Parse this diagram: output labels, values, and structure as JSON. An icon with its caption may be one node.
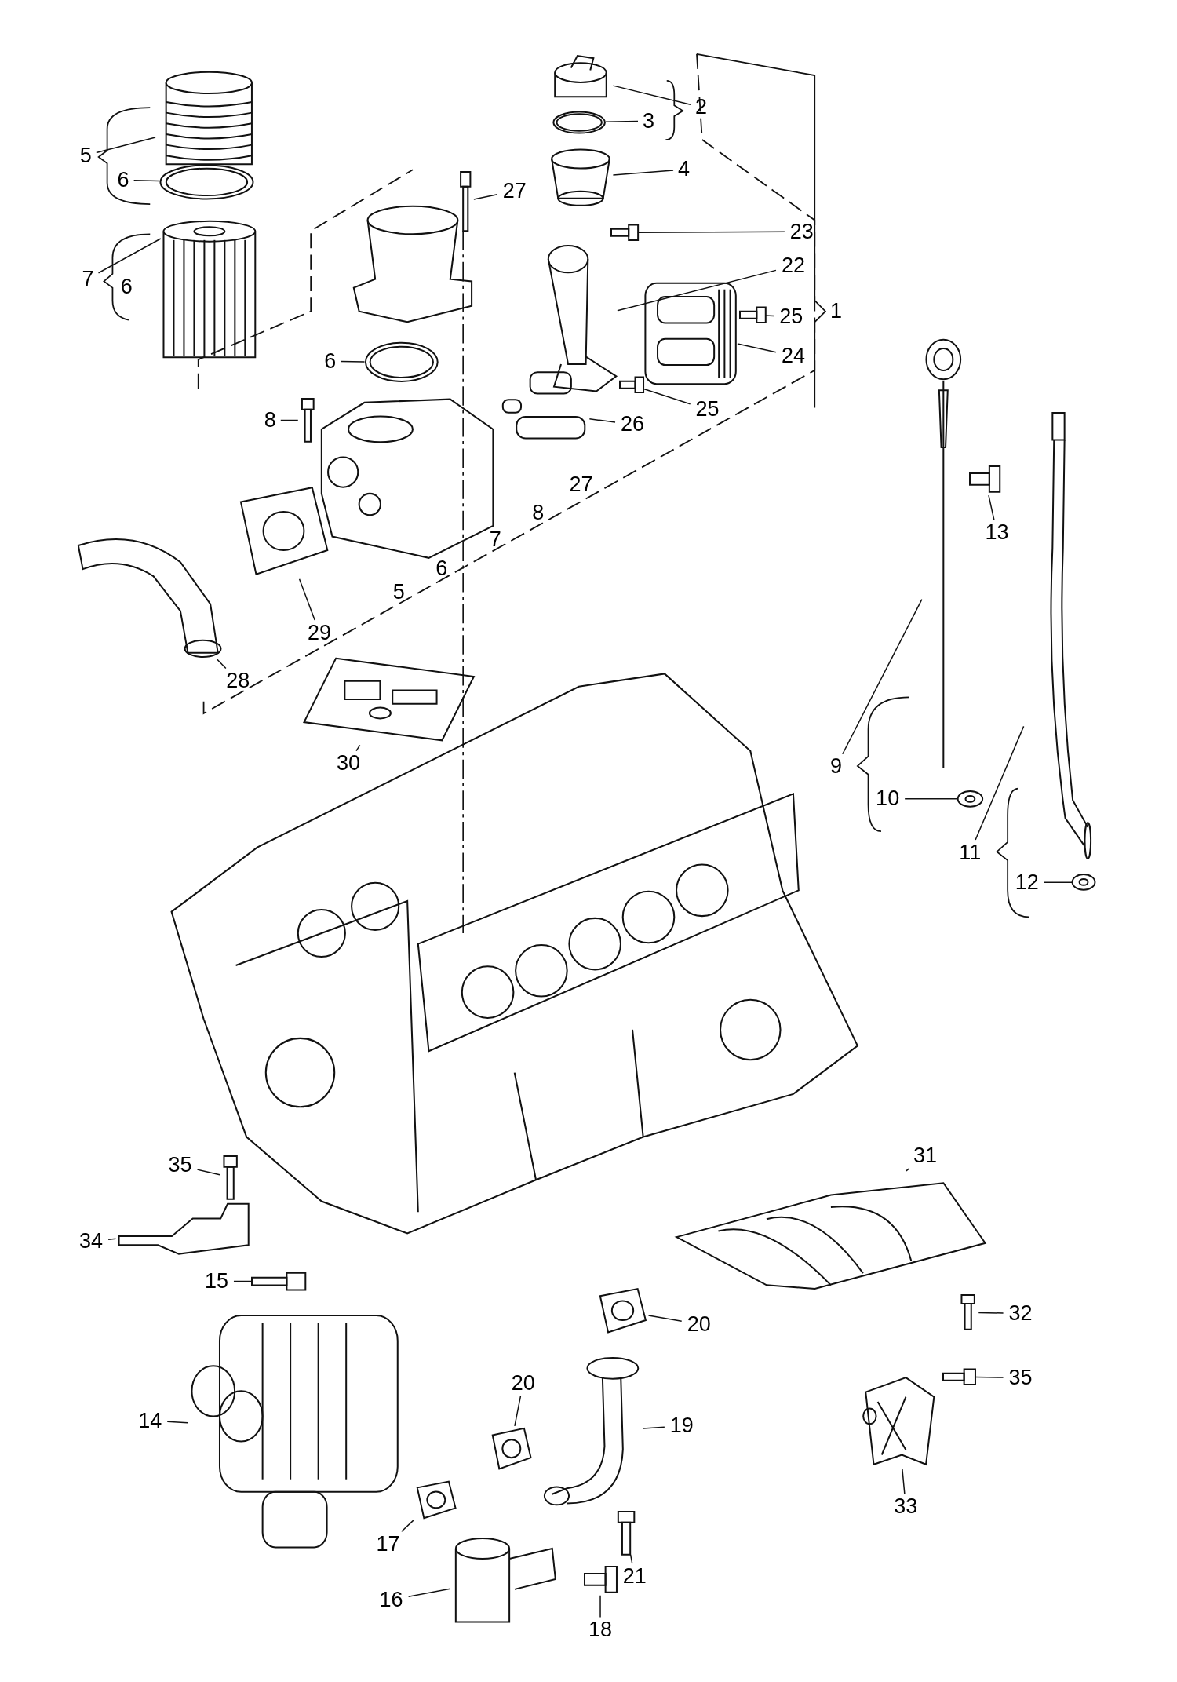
{
  "diagram": {
    "nodes": [
      {
        "text": [
          "2"
        ]
      },
      {
        "text": [
          "3"
        ]
      },
      {
        "text": [
          "4"
        ]
      },
      {
        "text": [
          "5"
        ]
      },
      {
        "text": [
          "6"
        ]
      },
      {
        "text": [
          "27"
        ]
      },
      {
        "text": [
          "23"
        ]
      },
      {
        "text": [
          "22"
        ]
      },
      {
        "text": [
          "7"
        ]
      },
      {
        "text": [
          "25"
        ]
      },
      {
        "text": [
          "24"
        ]
      },
      {
        "text": [
          "6"
        ]
      },
      {
        "text": [
          "25"
        ]
      },
      {
        "text": [
          "8"
        ]
      },
      {
        "text": [
          "26"
        ]
      },
      {
        "text": [
          "13"
        ]
      },
      {
        "text": [
          "29"
        ]
      },
      {
        "text": [
          "28"
        ]
      },
      {
        "text": [
          "30"
        ]
      },
      {
        "text": [
          "9"
        ]
      },
      {
        "text": [
          "10"
        ]
      },
      {
        "text": [
          "11"
        ]
      },
      {
        "text": [
          "12"
        ]
      },
      {
        "text": [
          "31"
        ]
      },
      {
        "text": [
          "35"
        ]
      },
      {
        "text": [
          "34"
        ]
      },
      {
        "text": [
          "15"
        ]
      },
      {
        "text": [
          "20"
        ]
      },
      {
        "text": [
          "32"
        ]
      },
      {
        "text": [
          "35"
        ]
      },
      {
        "text": [
          "20"
        ]
      },
      {
        "text": [
          "14"
        ]
      },
      {
        "text": [
          "19"
        ]
      },
      {
        "text": [
          "33"
        ]
      },
      {
        "text": [
          "17"
        ]
      },
      {
        "text": [
          "21"
        ]
      },
      {
        "text": [
          "16"
        ]
      },
      {
        "text": [
          "18"
        ]
      },
      {
        "text": [],
        "shape": "picture"
      },
      {
        "text": [],
        "shape": "picture"
      },
      {
        "text": [],
        "shape": "picture"
      },
      {
        "text": [],
        "shape": "picture"
      },
      {
        "text": [],
        "shape": "picture"
      },
      {
        "text": [],
        "shape": "picture"
      },
      {
        "text": [],
        "shape": "picture"
      },
      {
        "text": [],
        "shape": "picture"
      },
      {
        "text": [],
        "shape": "picture"
      },
      {
        "text": [],
        "shape": "picture"
      },
      {
        "text": [],
        "shape": "picture"
      },
      {
        "text": [],
        "shape": "picture"
      },
      {
        "text": [],
        "shape": "picture"
      },
      {
        "text": [],
        "shape": "picture"
      },
      {
        "text": [],
        "shape": "picture"
      },
      {
        "text": [],
        "shape": "picture"
      },
      {
        "text": [],
        "shape": "picture"
      },
      {
        "text": [],
        "shape": "picture"
      },
      {
        "text": [],
        "shape": "picture"
      },
      {
        "text": [],
        "shape": "picture"
      },
      {
        "text": [],
        "shape": "picture"
      },
      {
        "text": [],
        "shape": "picture"
      },
      {
        "text": [],
        "shape": "picture"
      },
      {
        "text": [],
        "shape": "picture"
      },
      {
        "text": [],
        "shape": "picture"
      },
      {
        "text": [],
        "shape": "picture"
      },
      {
        "text": [],
        "shape": "picture"
      },
      {
        "text": [],
        "shape": "picture"
      },
      {
        "text": [],
        "shape": "picture"
      },
      {
        "text": [],
        "shape": "picture"
      },
      {
        "text": [],
        "shape": "picture"
      },
      {
        "text": [],
        "shape": "picture"
      },
      {
        "text": [],
        "shape": "picture"
      },
      {
        "text": [],
        "shape": "picture"
      },
      {
        "text": [],
        "shape": "picture"
      },
      {
        "text": [],
        "shape": "picture"
      },
      {
        "text": [],
        "shape": "picture"
      },
      {
        "text": [],
        "shape": "picture"
      }
    ],
    "edges": [
      {
        "from": 0,
        "to": 38,
        "arrow": "none"
      },
      {
        "from": 1,
        "to": 39,
        "arrow": "none"
      },
      {
        "from": 2,
        "to": 40,
        "arrow": "none"
      },
      {
        "from": 3,
        "to": 41,
        "arrow": "none"
      },
      {
        "from": 4,
        "to": 42,
        "arrow": "none"
      },
      {
        "from": 5,
        "to": 43,
        "arrow": "none"
      },
      {
        "from": 6,
        "to": 44,
        "arrow": "none"
      },
      {
        "from": 7,
        "to": 45,
        "arrow": "none"
      },
      {
        "from": 8,
        "to": 46,
        "arrow": "none"
      },
      {
        "from": 9,
        "to": 47,
        "arrow": "none"
      },
      {
        "from": 10,
        "to": 48,
        "arrow": "none"
      },
      {
        "from": 11,
        "to": 49,
        "arrow": "none"
      },
      {
        "from": 12,
        "to": 50,
        "arrow": "none"
      },
      {
        "from": 13,
        "to": 51,
        "arrow": "none"
      },
      {
        "from": 14,
        "to": 52,
        "arrow": "none"
      },
      {
        "from": 15,
        "to": 53,
        "arrow": "none"
      },
      {
        "from": 16,
        "to": 54,
        "arrow": "none"
      },
      {
        "from": 17,
        "to": 55,
        "arrow": "none"
      },
      {
        "from": 18,
        "to": 56,
        "arrow": "none"
      },
      {
        "from": 19,
        "to": 57,
        "arrow": "none"
      },
      {
        "from": 20,
        "to": 58,
        "arrow": "none"
      },
      {
        "from": 21,
        "to": 59,
        "arrow": "none"
      },
      {
        "from": 22,
        "to": 60,
        "arrow": "none"
      },
      {
        "from": 23,
        "to": 61,
        "arrow": "none"
      },
      {
        "from": 24,
        "to": 62,
        "arrow": "none"
      },
      {
        "from": 25,
        "to": 63,
        "arrow": "none"
      },
      {
        "from": 26,
        "to": 64,
        "arrow": "none"
      },
      {
        "from": 27,
        "to": 65,
        "arrow": "none"
      },
      {
        "from": 28,
        "to": 66,
        "arrow": "none"
      },
      {
        "from": 29,
        "to": 67,
        "arrow": "none"
      },
      {
        "from": 30,
        "to": 68,
        "arrow": "none"
      },
      {
        "from": 31,
        "to": 69,
        "arrow": "none"
      },
      {
        "from": 32,
        "to": 70,
        "arrow": "none"
      },
      {
        "from": 33,
        "to": 71,
        "arrow": "none"
      },
      {
        "from": 34,
        "to": 72,
        "arrow": "none"
      },
      {
        "from": 35,
        "to": 73,
        "arrow": "none"
      },
      {
        "from": 36,
        "to": 74,
        "arrow": "none"
      },
      {
        "from": 37,
        "to": 75,
        "arrow": "none"
      }
    ],
    "labels": [
      "6",
      "1",
      "27",
      "8",
      "7",
      "6",
      "5"
    ]
  }
}
